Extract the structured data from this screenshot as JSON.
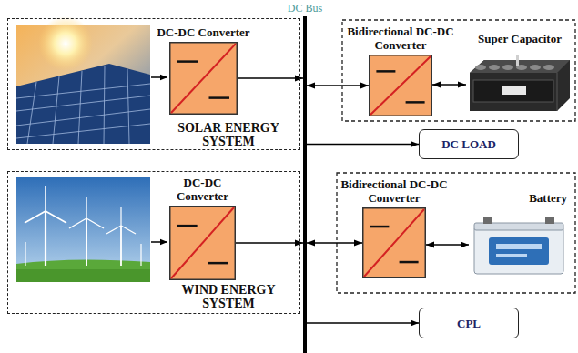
{
  "diagram": {
    "nodes": [
      {
        "text": [
          "SOLAR ENERGY SYSTEM"
        ]
      },
      {
        "text": [
          "DC-DC Converter"
        ],
        "in": 0
      },
      {
        "text": [
          "DC Bus"
        ]
      },
      {
        "text": [
          "Bidirectional DC-DC Converter"
        ]
      },
      {
        "text": [
          "Super Capacitor"
        ]
      },
      {
        "text": [
          "DC LOAD"
        ]
      },
      {
        "text": [
          "WIND ENERGY SYSTEM"
        ]
      },
      {
        "text": [
          "DC-DC Converter"
        ],
        "in": 6
      },
      {
        "text": [
          "Bidirectional DC-DC Converter"
        ]
      },
      {
        "text": [
          "Battery"
        ]
      },
      {
        "text": [
          "CPL"
        ]
      }
    ],
    "edges": [
      {
        "from": 1,
        "to": 2,
        "arrow": "to"
      },
      {
        "from": 2,
        "to": 3,
        "arrow": "both"
      },
      {
        "from": 3,
        "to": 4,
        "arrow": "both"
      },
      {
        "from": 2,
        "to": 5,
        "arrow": "to"
      },
      {
        "from": 7,
        "to": 2,
        "arrow": "to"
      },
      {
        "from": 2,
        "to": 8,
        "arrow": "both"
      },
      {
        "from": 8,
        "to": 9,
        "arrow": "both"
      },
      {
        "from": 2,
        "to": 10,
        "arrow": "to"
      }
    ]
  }
}
